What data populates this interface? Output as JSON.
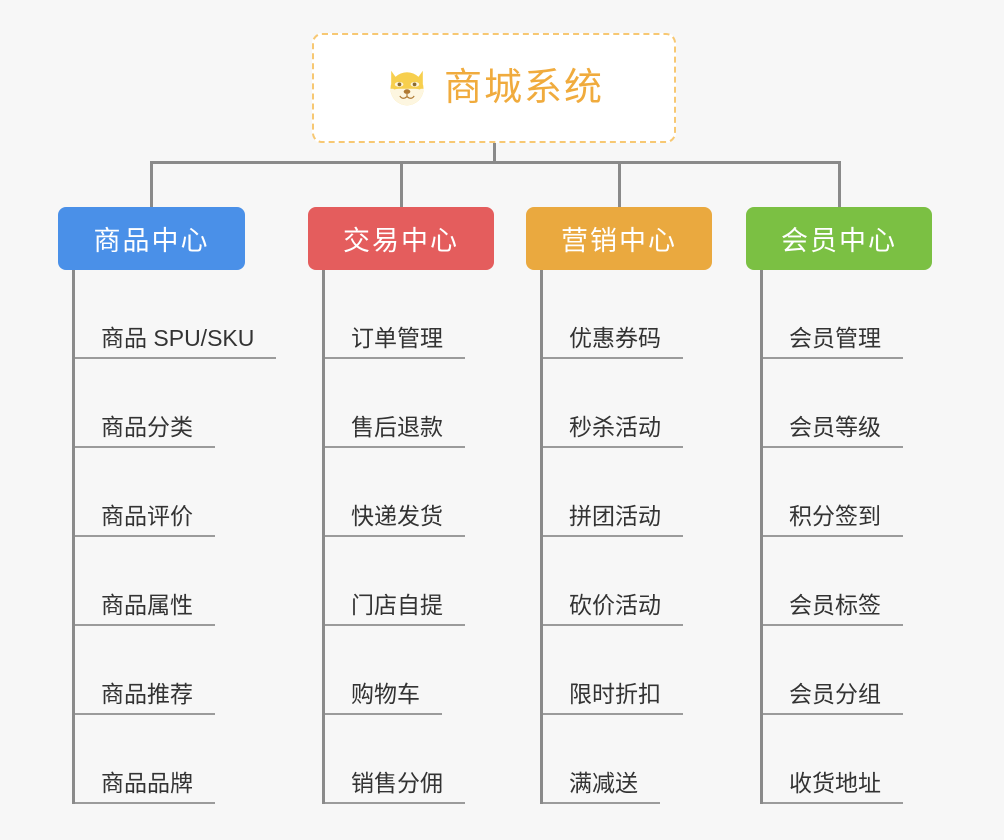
{
  "page": {
    "background_color": "#f7f7f7",
    "type": "mind-map"
  },
  "root": {
    "title": "商城系统",
    "icon": "shiba-dog-face-icon",
    "text_color": "#f0ab3d",
    "border_color": "#f7c873",
    "background_color": "#ffffff"
  },
  "columns": [
    {
      "header": "商品中心",
      "color": "#4a90e8",
      "items": [
        "商品 SPU/SKU",
        "商品分类",
        "商品评价",
        "商品属性",
        "商品推荐",
        "商品品牌"
      ]
    },
    {
      "header": "交易中心",
      "color": "#e45d5d",
      "items": [
        "订单管理",
        "售后退款",
        "快递发货",
        "门店自提",
        "购物车",
        "销售分佣"
      ]
    },
    {
      "header": "营销中心",
      "color": "#eaa93f",
      "items": [
        "优惠券码",
        "秒杀活动",
        "拼团活动",
        "砍价活动",
        "限时折扣",
        "满减送"
      ]
    },
    {
      "header": "会员中心",
      "color": "#7bc043",
      "items": [
        "会员管理",
        "会员等级",
        "积分签到",
        "会员标签",
        "会员分组",
        "收货地址"
      ]
    }
  ],
  "connector": {
    "color": "#8a8a8a"
  }
}
